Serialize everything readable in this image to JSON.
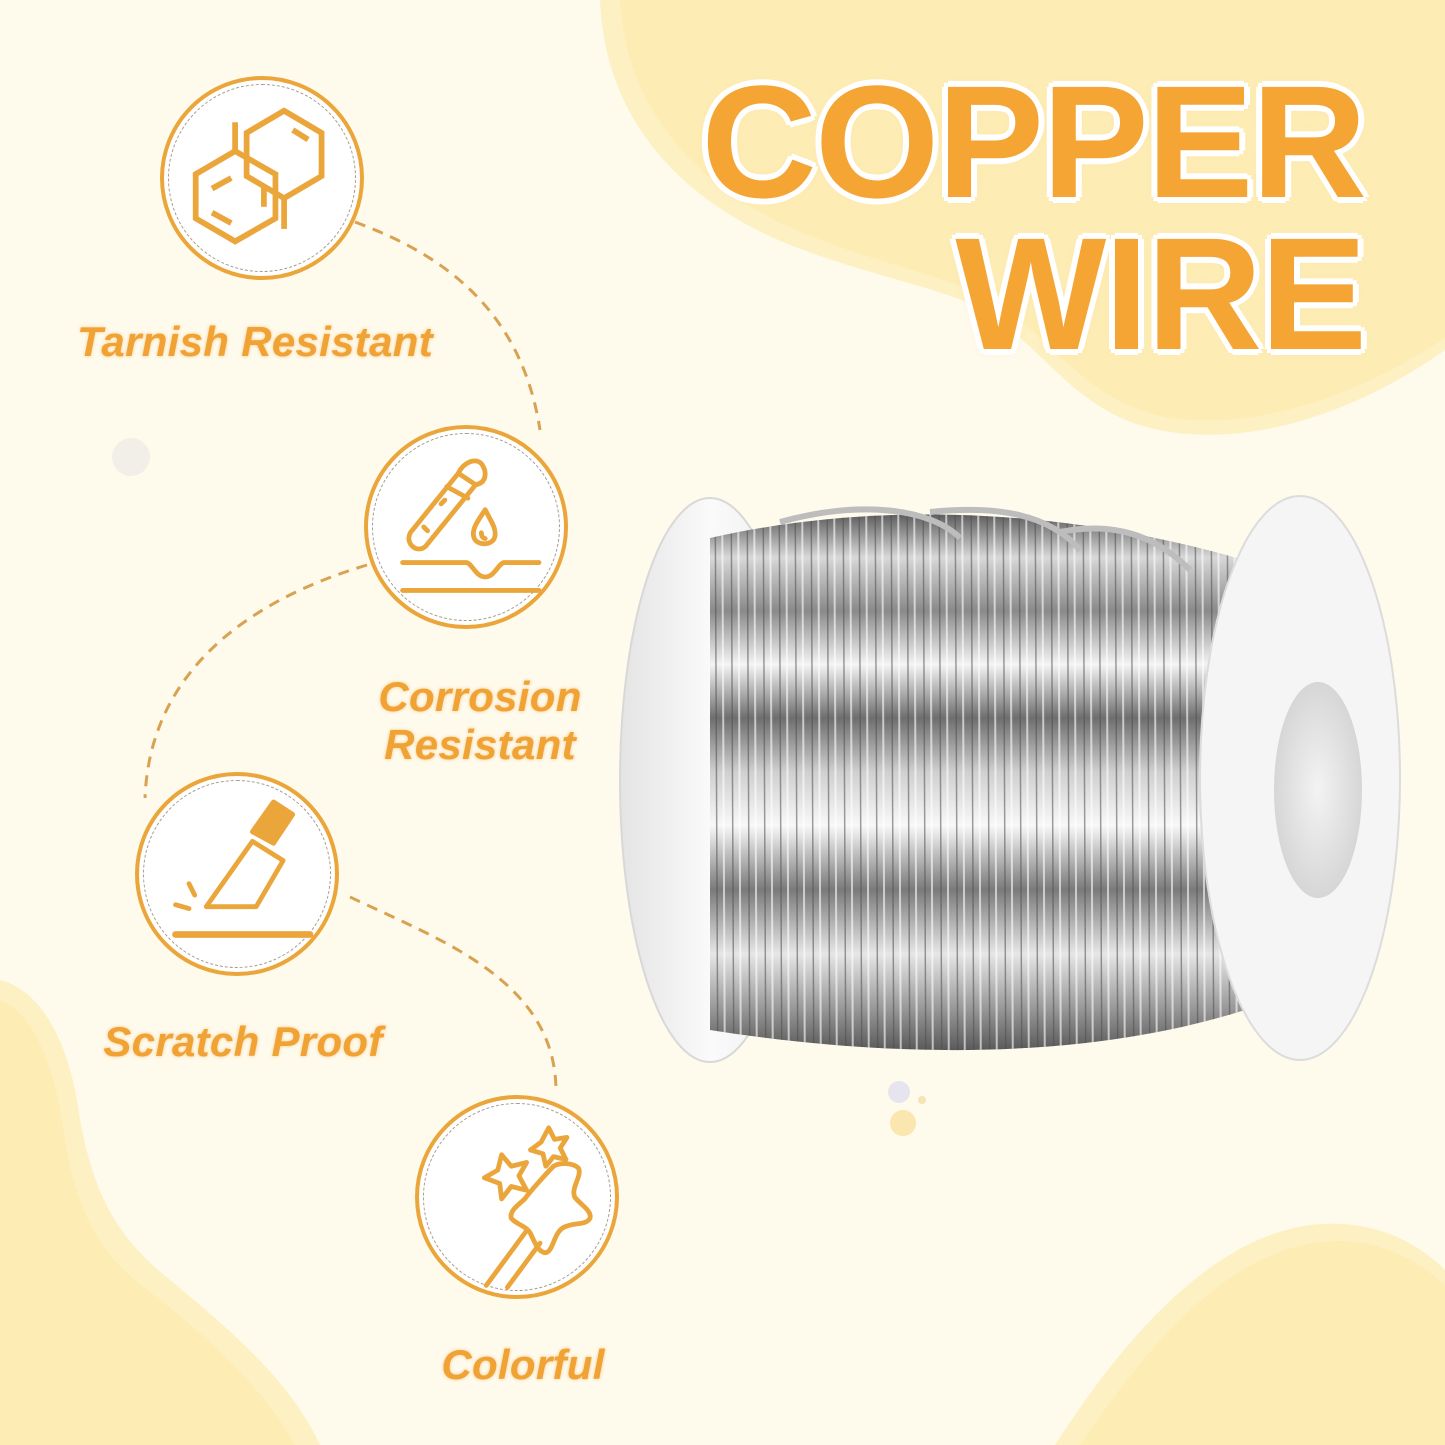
{
  "title": {
    "line1": "COPPER",
    "line2": "WIRE"
  },
  "features": [
    {
      "label": "Tarnish Resistant",
      "icon": "molecule-icon"
    },
    {
      "label_line1": "Corrosion",
      "label_line2": "Resistant",
      "icon": "test-tube-drop-icon"
    },
    {
      "label": "Scratch Proof",
      "icon": "knife-scratch-icon"
    },
    {
      "label": "Colorful",
      "icon": "star-wand-icon"
    }
  ],
  "product": {
    "name": "wire spool",
    "wire_color": "silver"
  },
  "colors": {
    "accent": "#F4A534",
    "icon_stroke": "#EBA63B",
    "background": "#FEFAEC",
    "blob": "#FDEDB5",
    "inner_dash": "#A59E8C"
  }
}
